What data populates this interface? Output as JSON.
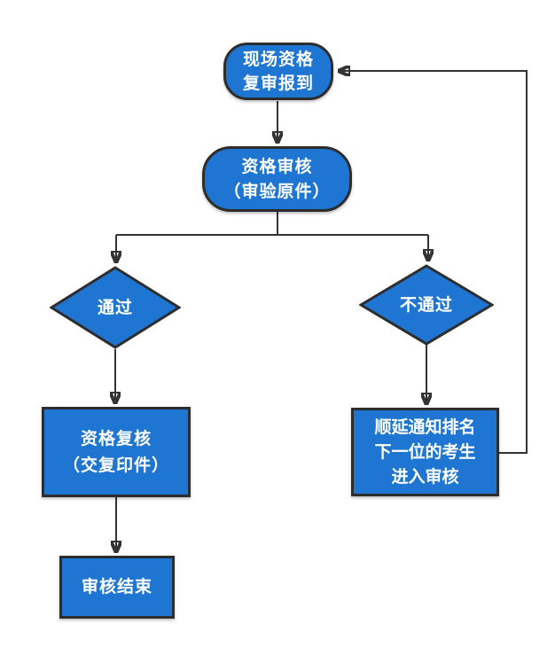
{
  "diagram": {
    "type": "flowchart",
    "colors": {
      "node_fill": "#1E76D2",
      "node_border": "#2D2D2D",
      "connector": "#333333",
      "text": "#FFFFFF",
      "background": "#FFFFFF"
    },
    "nodes": {
      "start": {
        "shape": "rounded-rectangle",
        "lines": [
          "现场资格",
          "复审报到"
        ]
      },
      "review": {
        "shape": "rounded-rectangle",
        "lines": [
          "资格审核",
          "（审验原件）"
        ]
      },
      "pass": {
        "shape": "diamond",
        "label": "通过"
      },
      "fail": {
        "shape": "diamond",
        "label": "不通过"
      },
      "recheck": {
        "shape": "rectangle",
        "lines": [
          "资格复核",
          "（交复印件）"
        ]
      },
      "finish": {
        "shape": "rectangle",
        "label": "审核结束"
      },
      "defer": {
        "shape": "rectangle",
        "lines": [
          "顺延通知排名",
          "下一位的考生",
          "进入审核"
        ]
      }
    },
    "edges": [
      {
        "from": "start",
        "to": "review"
      },
      {
        "from": "review",
        "to": "pass"
      },
      {
        "from": "review",
        "to": "fail"
      },
      {
        "from": "pass",
        "to": "recheck"
      },
      {
        "from": "recheck",
        "to": "finish"
      },
      {
        "from": "fail",
        "to": "defer"
      },
      {
        "from": "defer",
        "to": "start"
      }
    ]
  }
}
